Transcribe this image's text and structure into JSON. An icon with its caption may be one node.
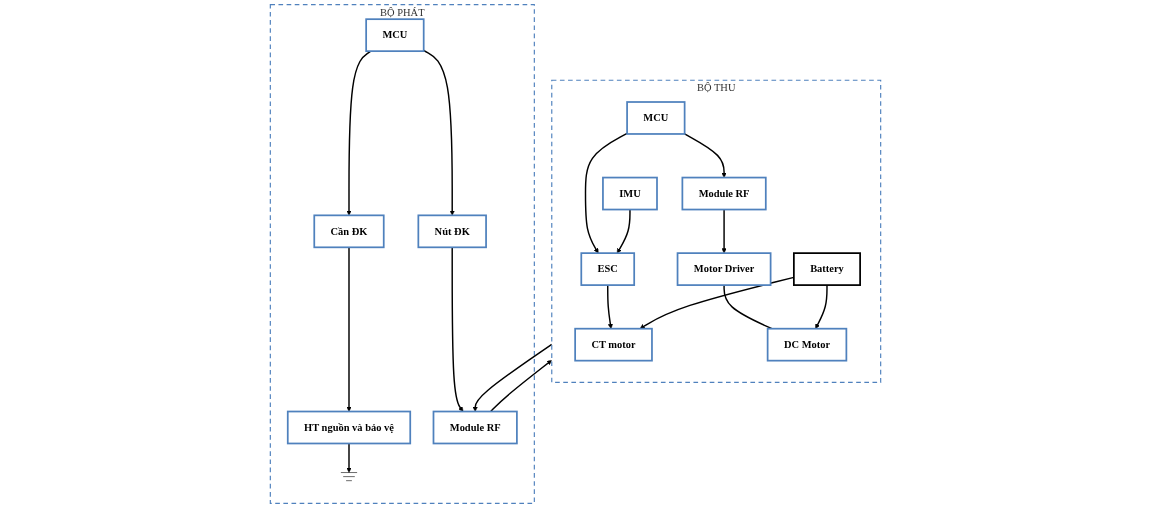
{
  "diagram": {
    "nodes": [
      {
        "text": [
          "BỘ PHÁT"
        ]
      },
      {
        "text": [
          "MCU"
        ],
        "in": 0
      },
      {
        "text": [
          "Cần ĐK"
        ],
        "in": 0
      },
      {
        "text": [
          "Nút ĐK"
        ],
        "in": 0
      },
      {
        "text": [
          "HT nguồn và bảo vệ"
        ],
        "in": 0
      },
      {
        "text": [
          "Module RF"
        ],
        "in": 0
      },
      {
        "text": [],
        "shape": "ground",
        "in": 0
      },
      {
        "text": [
          "BỘ THU"
        ]
      },
      {
        "text": [
          "MCU"
        ],
        "in": 7
      },
      {
        "text": [
          "Module RF"
        ],
        "in": 7
      },
      {
        "text": [
          "IMU"
        ],
        "in": 7
      },
      {
        "text": [
          "ESC"
        ],
        "in": 7
      },
      {
        "text": [
          "Motor Driver"
        ],
        "in": 7
      },
      {
        "text": [
          "CT motor"
        ],
        "in": 7
      },
      {
        "text": [
          "DC Motor"
        ],
        "in": 7
      },
      {
        "text": [
          "Battery"
        ],
        "in": 7
      }
    ],
    "edges": [
      {
        "from": 1,
        "to": 2,
        "arrow": "to"
      },
      {
        "from": 1,
        "to": 3,
        "arrow": "to"
      },
      {
        "from": 2,
        "to": 4,
        "arrow": "to"
      },
      {
        "from": 3,
        "to": 5,
        "arrow": "to"
      },
      {
        "from": 4,
        "to": 6,
        "arrow": "to"
      },
      {
        "from": 5,
        "to": 7,
        "arrow": "to"
      },
      {
        "from": 7,
        "to": 5,
        "arrow": "to"
      },
      {
        "from": 8,
        "to": 9,
        "arrow": "to"
      },
      {
        "from": 8,
        "to": 11,
        "arrow": "to"
      },
      {
        "from": 10,
        "to": 11,
        "arrow": "to"
      },
      {
        "from": 9,
        "to": 12,
        "arrow": "to"
      },
      {
        "from": 11,
        "to": 13,
        "arrow": "to"
      },
      {
        "from": 12,
        "to": 14,
        "arrow": "none"
      },
      {
        "from": 15,
        "to": 14,
        "arrow": "to"
      },
      {
        "from": 15,
        "to": 13,
        "arrow": "to"
      }
    ]
  }
}
